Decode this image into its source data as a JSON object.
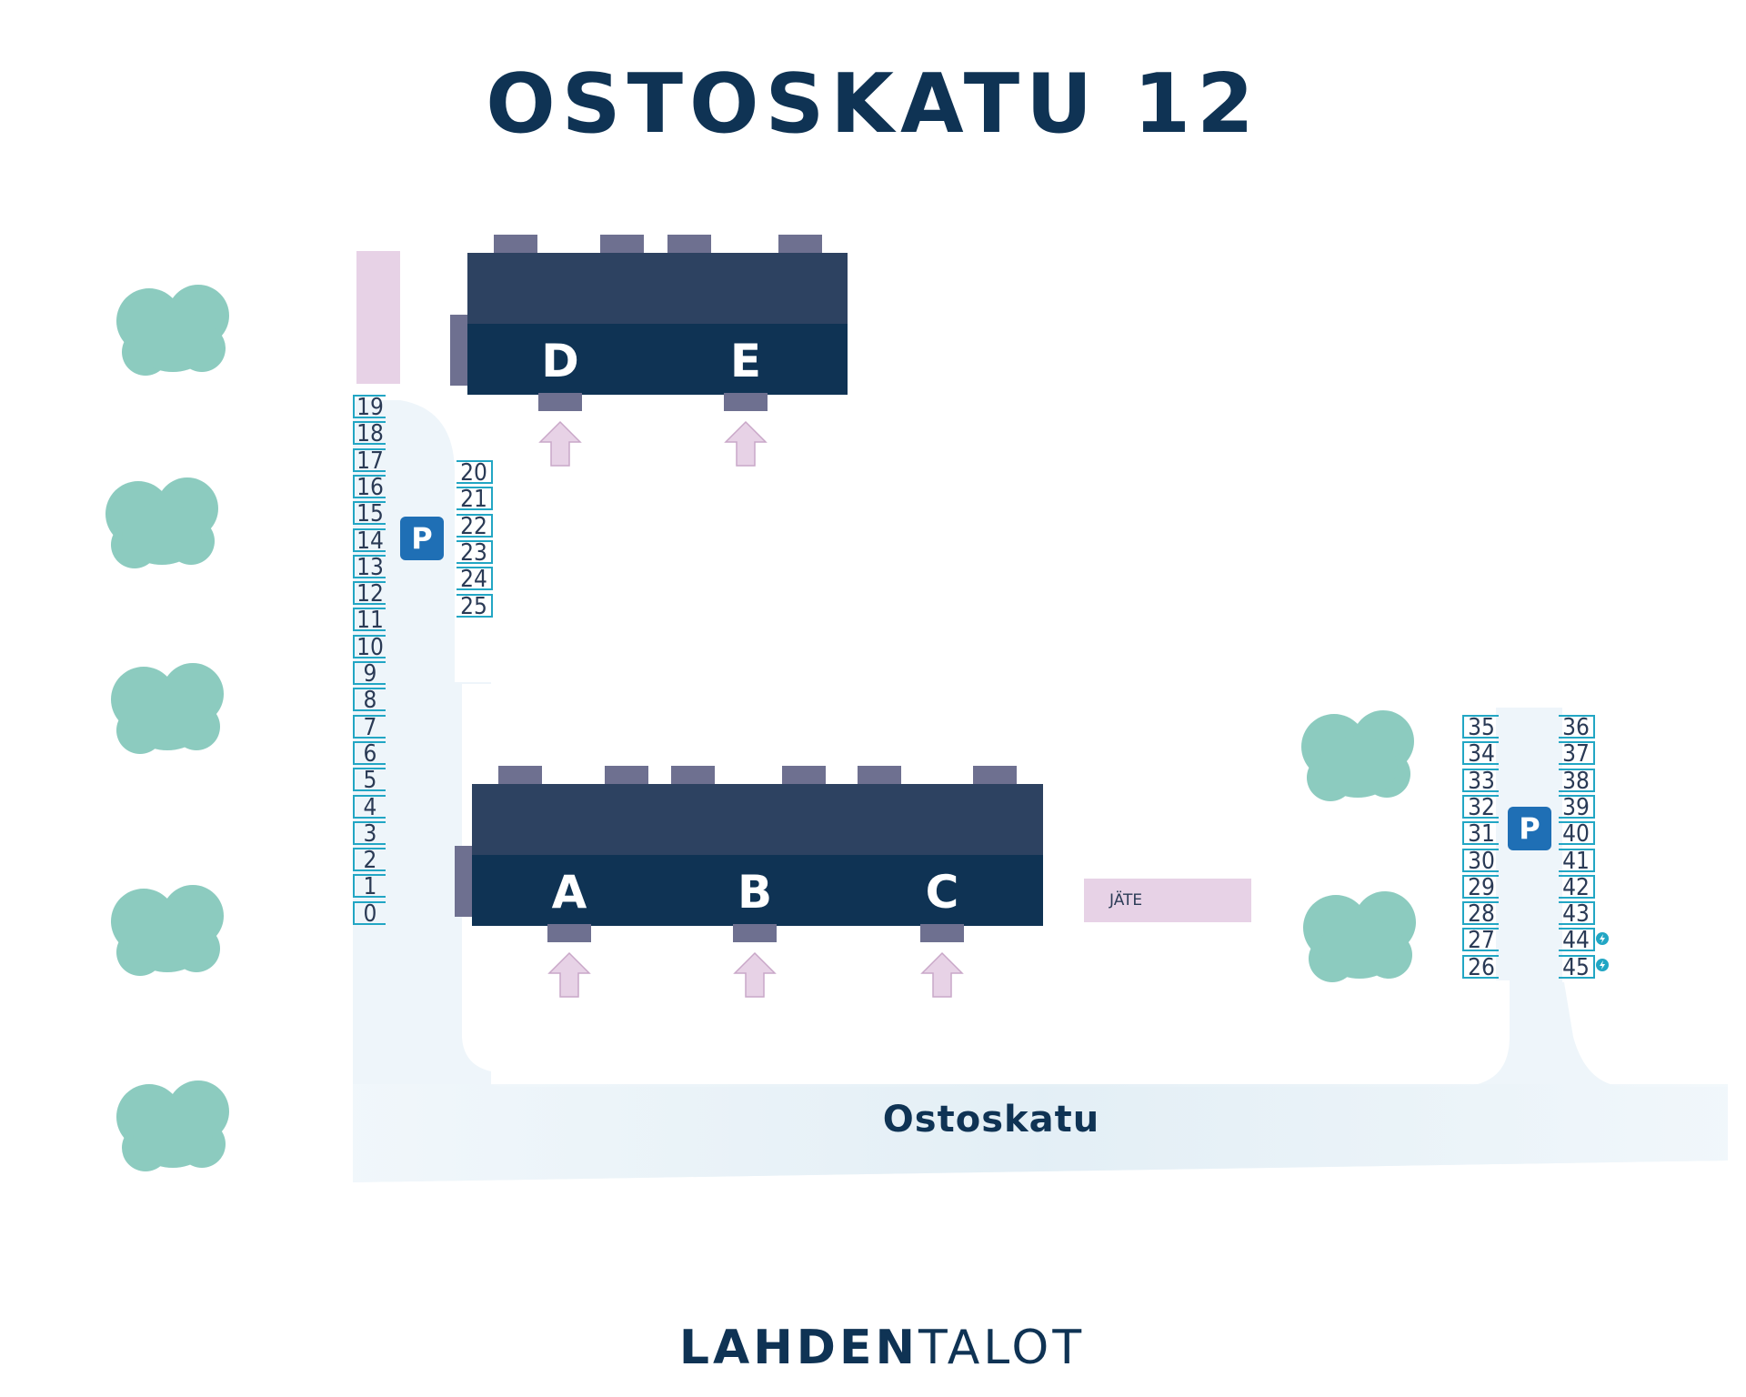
{
  "title": "OSTOSKATU 12",
  "street_name": "Ostoskatu",
  "logo": {
    "bold_part": "LAHDEN",
    "light_part": "TALOT"
  },
  "buildings": [
    {
      "id": "D",
      "label": "D"
    },
    {
      "id": "E",
      "label": "E"
    },
    {
      "id": "A",
      "label": "A"
    },
    {
      "id": "B",
      "label": "B"
    },
    {
      "id": "C",
      "label": "C"
    }
  ],
  "waste_area": {
    "label": "JÄTE"
  },
  "parking_sign": "P",
  "parking_left_column": [
    "19",
    "18",
    "17",
    "16",
    "15",
    "14",
    "13",
    "12",
    "11",
    "10",
    "9",
    "8",
    "7",
    "6",
    "5",
    "4",
    "3",
    "2",
    "1",
    "0"
  ],
  "parking_left_inner_column": [
    "20",
    "21",
    "22",
    "23",
    "24",
    "25"
  ],
  "parking_right_west_column": [
    "35",
    "34",
    "33",
    "32",
    "31",
    "30",
    "29",
    "28",
    "27",
    "26"
  ],
  "parking_right_east_column": [
    "36",
    "37",
    "38",
    "39",
    "40",
    "41",
    "42",
    "43",
    "44",
    "45"
  ],
  "ev_charging_spots": [
    "44",
    "45"
  ],
  "colors": {
    "title": "#0f3354",
    "building_top": "#2d4261",
    "building_front": "#0f3354",
    "entrance": "#6e7090",
    "entry_arrow": "#e7d2e6",
    "tree": "#8ccbbf",
    "road": "#eef5fa",
    "parking_line": "#22a6c4",
    "parking_sign": "#1f6fb5",
    "waste": "#e7d2e6"
  }
}
